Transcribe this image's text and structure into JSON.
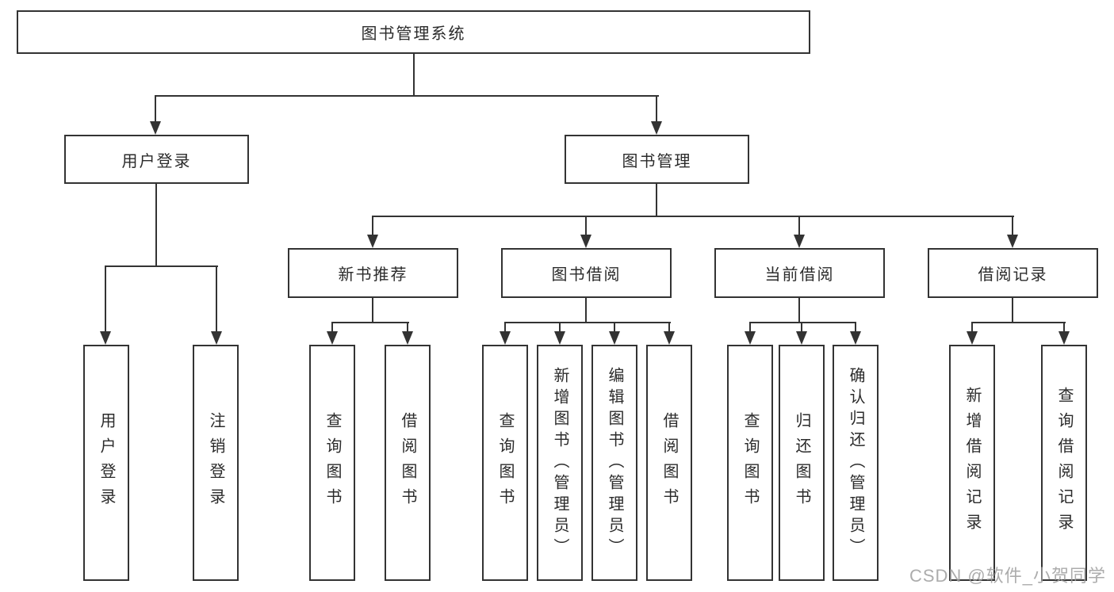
{
  "diagram": {
    "root": {
      "label": "图书管理系统"
    },
    "level2": [
      {
        "label": "用户登录"
      },
      {
        "label": "图书管理"
      }
    ],
    "level3": [
      {
        "label": "新书推荐"
      },
      {
        "label": "图书借阅"
      },
      {
        "label": "当前借阅"
      },
      {
        "label": "借阅记录"
      }
    ],
    "leaves": [
      {
        "label": "用户登录"
      },
      {
        "label": "注销登录"
      },
      {
        "label": "查询图书"
      },
      {
        "label": "借阅图书"
      },
      {
        "label": "查询图书"
      },
      {
        "label": "新增图书（管理员）"
      },
      {
        "label": "编辑图书（管理员）"
      },
      {
        "label": "借阅图书"
      },
      {
        "label": "查询图书"
      },
      {
        "label": "归还图书"
      },
      {
        "label": "确认归还（管理员）"
      },
      {
        "label": "新增借阅记录"
      },
      {
        "label": "查询借阅记录"
      }
    ]
  },
  "watermark": {
    "text": "CSDN @软件_小贺同学"
  },
  "colors": {
    "line": "#333333",
    "text": "#2b2b2b",
    "background": "#ffffff",
    "watermark": "#9e9e9e"
  }
}
